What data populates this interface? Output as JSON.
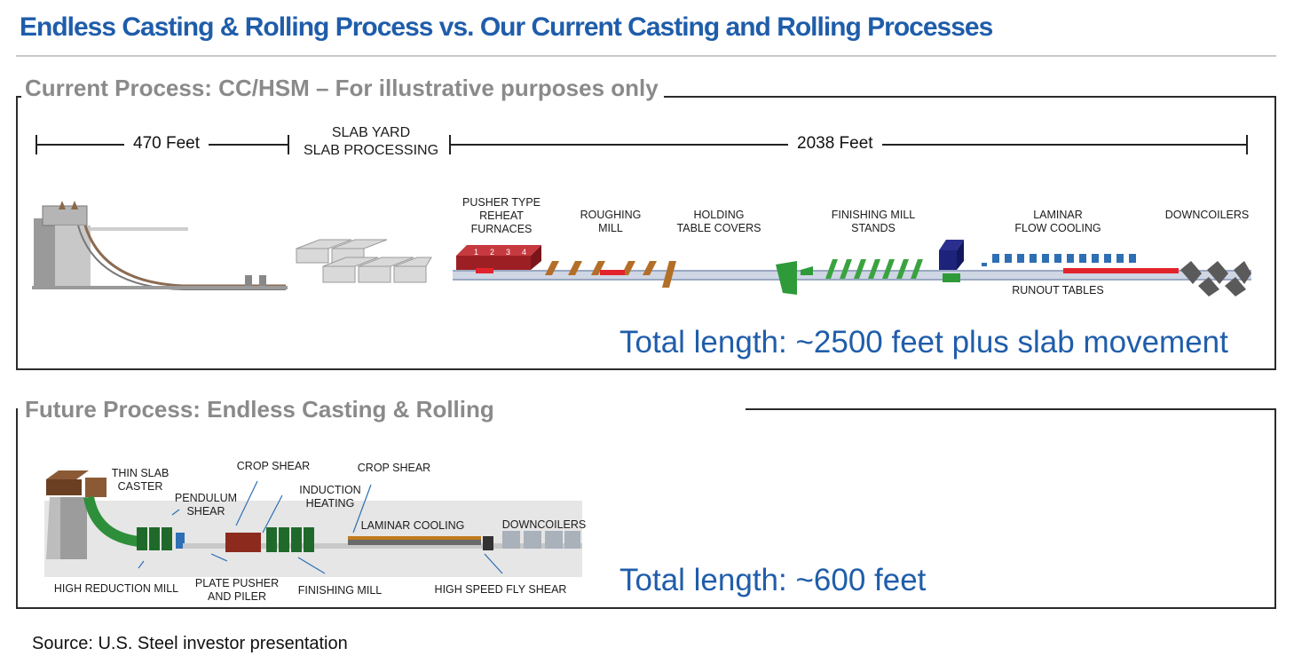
{
  "title": "Endless Casting & Rolling Process vs. Our Current Casting and Rolling Processes",
  "current_process": {
    "heading": "Current Process: CC/HSM – For illustrative purposes only",
    "dimension_caster": "470 Feet",
    "slab_yard": "SLAB YARD\nSLAB PROCESSING",
    "dimension_mill": "2038 Feet",
    "stations": {
      "pusher_furnaces": "PUSHER TYPE\nREHEAT\nFURNACES",
      "roughing_mill": "ROUGHING\nMILL",
      "holding_table_covers": "HOLDING\nTABLE COVERS",
      "finishing_mill_stands": "FINISHING MILL\nSTANDS",
      "laminar_flow_cooling": "LAMINAR\nFLOW COOLING",
      "downcoilers": "DOWNCOILERS",
      "runout_tables": "RUNOUT TABLES"
    },
    "furnace_numbers": [
      "1",
      "2",
      "3",
      "4"
    ],
    "total": "Total length: ~2500 feet plus slab movement"
  },
  "future_process": {
    "heading": "Future Process: Endless Casting & Rolling",
    "labels": {
      "thin_slab_caster": "THIN SLAB\nCASTER",
      "pendulum_shear": "PENDULUM\nSHEAR",
      "crop_shear_1": "CROP SHEAR",
      "induction_heating": "INDUCTION\nHEATING",
      "crop_shear_2": "CROP SHEAR",
      "laminar_cooling": "LAMINAR COOLING",
      "downcoilers": "DOWNCOILERS",
      "high_reduction_mill": "HIGH REDUCTION MILL",
      "plate_pusher_piler": "PLATE PUSHER\nAND PILER",
      "finishing_mill": "FINISHING MILL",
      "high_speed_fly_shear": "HIGH SPEED FLY SHEAR"
    },
    "total": "Total length: ~600 feet"
  },
  "source": "Source: U.S. Steel investor presentation",
  "colors": {
    "title_blue": "#1F5DAA",
    "heading_gray": "#8A8A8A",
    "furnace_red": "#B0262C",
    "roughing_brown": "#A8651F",
    "finishing_green": "#2E9A3A",
    "cooling_blue": "#2E6FB4",
    "hot_strip_red": "#E2232B",
    "coiler_gray": "#5A5A5A"
  }
}
